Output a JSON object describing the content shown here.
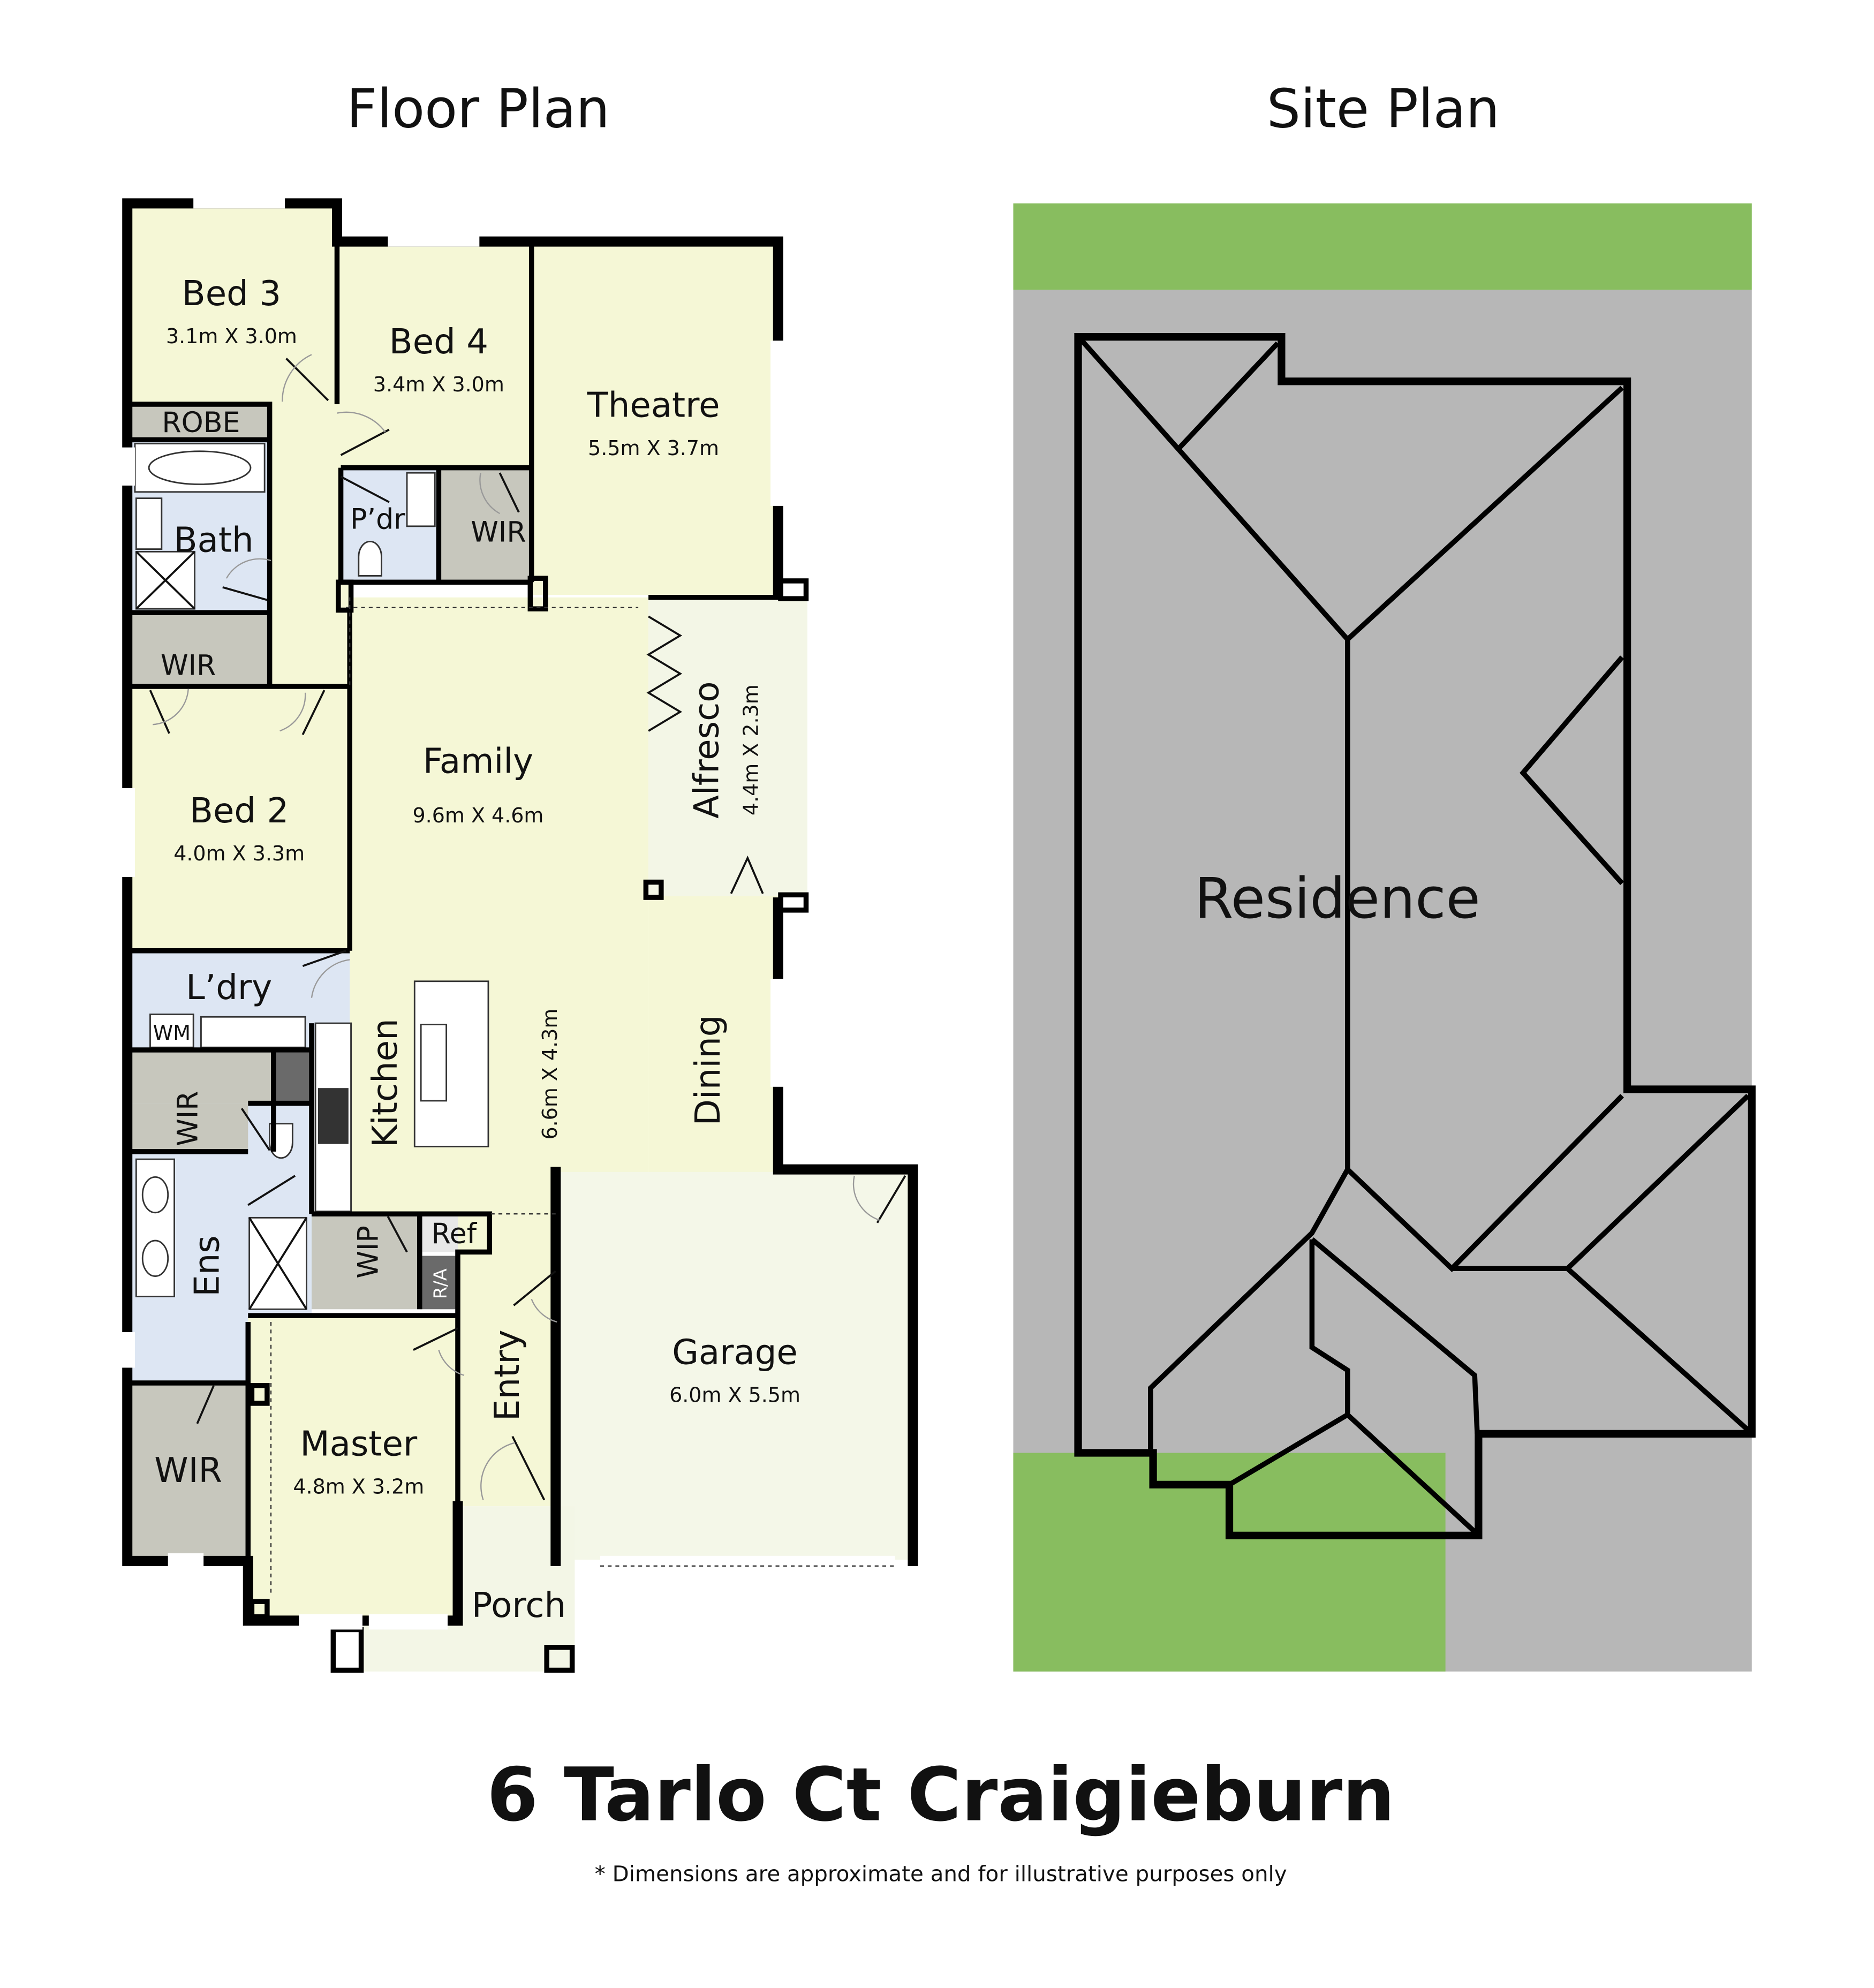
{
  "titles": {
    "floor_plan": "Floor Plan",
    "site_plan": "Site Plan"
  },
  "address": "6 Tarlo Ct Craigieburn",
  "footnote": "* Dimensions are approximate and for illustrative purposes only",
  "rooms": {
    "bed3": {
      "label": "Bed 3",
      "dim": "3.1m X 3.0m"
    },
    "bed4": {
      "label": "Bed 4",
      "dim": "3.4m X 3.0m"
    },
    "theatre": {
      "label": "Theatre",
      "dim": "5.5m X 3.7m"
    },
    "robe": {
      "label": "ROBE"
    },
    "bath": {
      "label": "Bath"
    },
    "pdr": {
      "label": "P’dr"
    },
    "wir_bed4": {
      "label": "WIR"
    },
    "wir_bed2": {
      "label": "WIR"
    },
    "bed2": {
      "label": "Bed 2",
      "dim": "4.0m X 3.3m"
    },
    "family": {
      "label": "Family",
      "dim": "9.6m X 4.6m"
    },
    "alfresco": {
      "label": "Alfresco",
      "dim": "4.4m X 2.3m"
    },
    "laundry": {
      "label": "L’dry",
      "wm": "WM"
    },
    "kitchen": {
      "label": "Kitchen",
      "dim": "6.6m X 4.3m"
    },
    "dining": {
      "label": "Dining"
    },
    "wir_ens": {
      "label": "WIR"
    },
    "ens": {
      "label": "Ens"
    },
    "wip": {
      "label": "WIP"
    },
    "ref": {
      "label": "Ref"
    },
    "ra": {
      "label": "R/A"
    },
    "wir_master": {
      "label": "WIR"
    },
    "master": {
      "label": "Master",
      "dim": "4.8m X 3.2m"
    },
    "entry": {
      "label": "Entry"
    },
    "garage": {
      "label": "Garage",
      "dim": "6.0m X 5.5m"
    },
    "porch": {
      "label": "Porch"
    }
  },
  "site": {
    "residence": "Residence"
  },
  "colors": {
    "room": "#f5f7d6",
    "wet": "#dde6f3",
    "storage": "#c7c7bd",
    "outdoor": "#f3f6e6",
    "lawn": "#88bd5f",
    "paving": "#b7b7b7",
    "roof": "#dae6f5"
  }
}
